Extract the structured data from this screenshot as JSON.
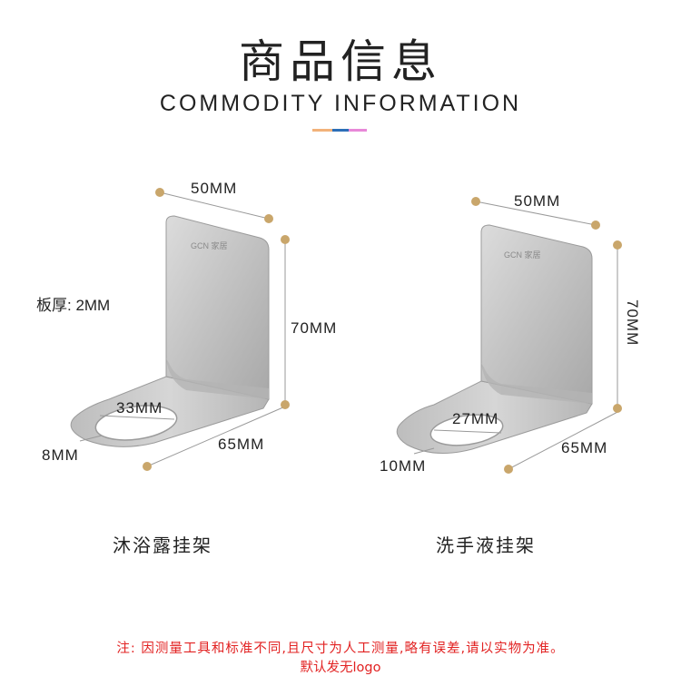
{
  "header": {
    "title_cn": "商品信息",
    "title_en": "COMMODITY INFORMATION",
    "accent_colors": [
      "#f2b27a",
      "#2c6fb8",
      "#e888d8"
    ]
  },
  "products": [
    {
      "name": "沐浴露挂架",
      "logo_text": "GCN 家居",
      "thickness": "板厚: 2MM",
      "dims": {
        "top": "50MM",
        "height": "70MM",
        "hole": "33MM",
        "edge": "8MM",
        "depth": "65MM"
      }
    },
    {
      "name": "洗手液挂架",
      "logo_text": "GCN 家居",
      "dims": {
        "top": "50MM",
        "height": "70MM",
        "hole": "27MM",
        "edge": "10MM",
        "depth": "65MM"
      }
    }
  ],
  "footer": {
    "note": "注: 因测量工具和标准不同,且尺寸为人工测量,略有误差,请以实物为准。",
    "no_logo": "默认发无logo"
  },
  "colors": {
    "marker": "#c9a66b",
    "note_red": "#e22222"
  }
}
